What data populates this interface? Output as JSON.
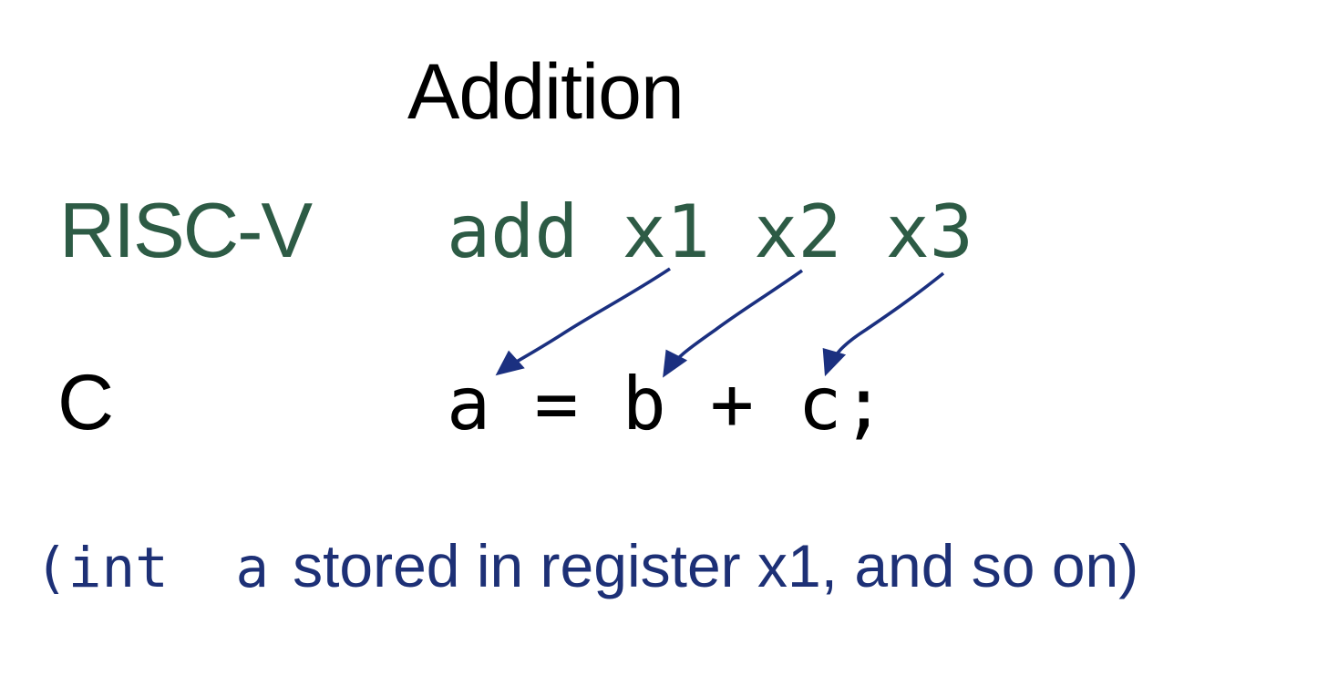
{
  "slide": {
    "title": "Addition",
    "riscv_row": {
      "label": "RISC-V",
      "code": "add x1 x2 x3"
    },
    "c_row": {
      "label": "C",
      "code": "a = b + c;"
    },
    "note": {
      "code_part": "(int  a",
      "text_part": "stored in register x1, and so on)"
    },
    "arrow_mappings": [
      {
        "from": "x1",
        "to": "a"
      },
      {
        "from": "x2",
        "to": "b"
      },
      {
        "from": "x3",
        "to": "c"
      }
    ]
  },
  "colors": {
    "background": "#ffffff",
    "riscv_green": "#2d5b45",
    "code_black": "#000000",
    "note_navy": "#1d3076",
    "arrow_navy": "#1b3080"
  }
}
